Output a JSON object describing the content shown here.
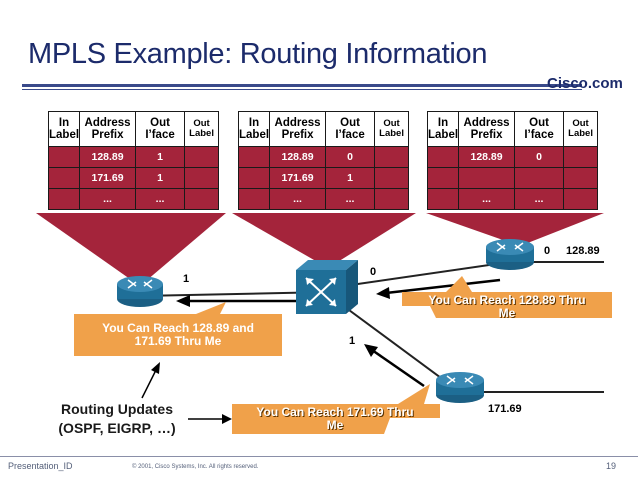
{
  "title": "MPLS Example:  Routing Information",
  "brand": "Cisco.com",
  "footer": {
    "id": "Presentation_ID",
    "copyright": "© 2001, Cisco Systems, Inc. All rights reserved.",
    "page": "19"
  },
  "table_headers": {
    "in_label_1": "In",
    "in_label_2": "Label",
    "address_1": "Address",
    "address_2": "Prefix",
    "out_iface_1": "Out",
    "out_iface_2": "I’face",
    "out_label_1": "Out",
    "out_label_2": "Label"
  },
  "tables": [
    {
      "rows": [
        [
          "",
          "128.89",
          "1",
          ""
        ],
        [
          "",
          "171.69",
          "1",
          ""
        ],
        [
          "",
          "...",
          "...",
          ""
        ]
      ]
    },
    {
      "rows": [
        [
          "",
          "128.89",
          "0",
          ""
        ],
        [
          "",
          "171.69",
          "1",
          ""
        ],
        [
          "",
          "...",
          "...",
          ""
        ]
      ]
    },
    {
      "rows": [
        [
          "",
          "128.89",
          "0",
          ""
        ],
        [
          "",
          "",
          "",
          ""
        ],
        [
          "",
          "...",
          "...",
          ""
        ]
      ]
    }
  ],
  "links": {
    "left_iface": "1",
    "center_top_iface": "0",
    "center_lower_iface": "1",
    "right_iface": "0",
    "right_prefix": "128.89",
    "bottom_prefix": "171.69"
  },
  "callouts": {
    "top_right": [
      "You Can Reach 128.89 Thru",
      "Me"
    ],
    "left": [
      "You Can Reach 128.89 and",
      "171.69 Thru Me"
    ],
    "bottom": [
      "You Can Reach 171.69 Thru",
      "Me"
    ]
  },
  "routing_updates": [
    "Routing Updates",
    "(OSPF, EIGRP, …)"
  ],
  "colors": {
    "table_fill": "#a4243b",
    "callout_fill": "#f0a14a",
    "router_fill": "#1f6f98",
    "title": "#1c2b6b"
  }
}
